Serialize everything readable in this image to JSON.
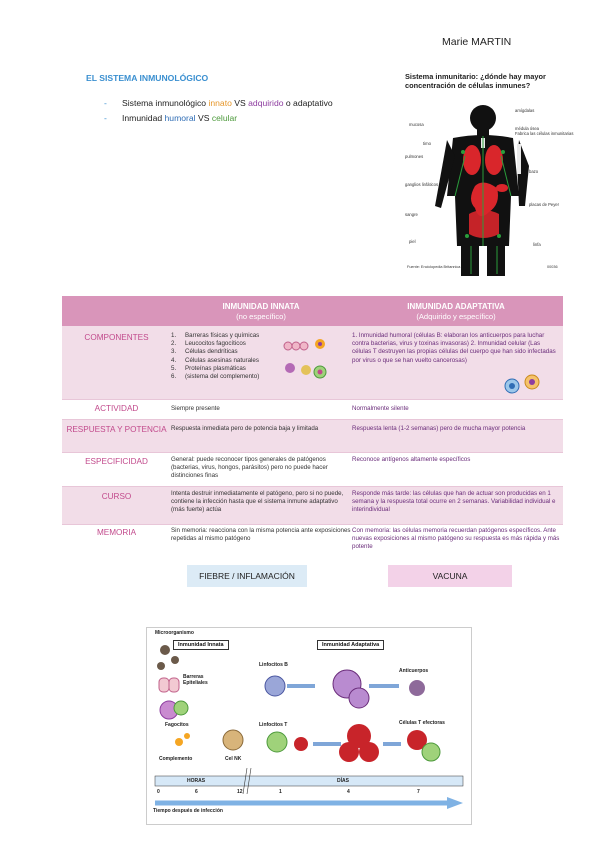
{
  "author": "Marie MARTIN",
  "title": "EL SISTEMA INMUNOLÓGICO",
  "bullets": [
    {
      "dash": "-",
      "a": "Sistema inmunológico ",
      "b": "innato",
      "c": " VS ",
      "d": "adquirido",
      "e": " o adaptativo"
    },
    {
      "dash": "-",
      "a": "Inmunidad ",
      "b": "humoral",
      "c": " VS ",
      "d": "celular"
    }
  ],
  "figure1": {
    "title": "Sistema inmunitario: ¿dónde hay mayor concentración de células inmunes?",
    "labels": {
      "amigdalas": "amígdalas",
      "mucosa": "mucosa",
      "medula": "médula ósea",
      "medula_note": "Fabrica las células inmunitarias",
      "timo": "timo",
      "pulmones": "pulmones",
      "bazo": "bazo",
      "ganglios": "ganglios linfáticos",
      "placas": "placas de Peyer",
      "sangre": "sangre",
      "piel": "piel",
      "linfa": "linfa",
      "source": "Fuente: Enciclopedia Britannica",
      "code": "00036"
    },
    "colors": {
      "organs": "#d9262b",
      "lymph": "#2a9d3c",
      "body": "#111111"
    }
  },
  "table": {
    "col1_header": "INMUNIDAD INNATA",
    "col1_sub": "(no específico)",
    "col2_header": "INMUNIDAD ADAPTATIVA",
    "col2_sub": "(Adquirido y específico)",
    "rows": {
      "componentes": {
        "label": "COMPONENTES",
        "innata": [
          {
            "n": "1.",
            "t": "Barreras físicas y químicas"
          },
          {
            "n": "2.",
            "t": "Leucocitos fagocíticos"
          },
          {
            "n": "3.",
            "t": "Células dendríticas"
          },
          {
            "n": "4.",
            "t": "Células asesinas naturales"
          },
          {
            "n": "5.",
            "t": "Proteínas plasmáticas"
          },
          {
            "n": "6.",
            "t": "(sistema del complemento)"
          }
        ],
        "adaptativa": "1. Inmunidad humoral (células B: elaboran los anticuerpos para luchar contra bacterias, virus y toxinas invasoras) 2. Inmunidad celular (Las células T destruyen las propias células del cuerpo que han sido infectadas por virus o que se han vuelto cancerosas)"
      },
      "actividad": {
        "label": "ACTIVIDAD",
        "innata": "Siempre presente",
        "adaptativa": "Normalmente silente"
      },
      "respuesta": {
        "label": "RESPUESTA Y POTENCIA",
        "innata": "Respuesta inmediata pero de potencia baja y limitada",
        "adaptativa": "Respuesta lenta (1-2 semanas) pero de mucha mayor potencia"
      },
      "especificidad": {
        "label": "ESPECIFICIDAD",
        "innata": "General: puede reconocer tipos generales de patógenos (bacterias, virus, hongos, parásitos) pero no puede hacer distinciones finas",
        "adaptativa": "Reconoce antígenos altamente específicos"
      },
      "curso": {
        "label": "CURSO",
        "innata": "Intenta destruir inmediatamente el patógeno, pero si no puede, contiene la infección hasta que el sistema inmune adaptativo (más fuerte) actúa",
        "adaptativa": "Responde más tarde: las células que han de actuar son producidas en 1 semana y la respuesta total ocurre en 2 semanas. Variabilidad individual e interindividual"
      },
      "memoria": {
        "label": "MEMORIA",
        "innata": "Sin memoria: reacciona con la misma potencia ante exposiciones repetidas al mismo patógeno",
        "adaptativa": "Con memoria: las células memoria recuerdan patógenos específicos. Ante nuevas exposiciones al mismo patógeno su respuesta es más rápida y más potente"
      }
    },
    "colors": {
      "header": "#d995ba",
      "row_label": "#c24a8c",
      "band": "#f2dde8"
    }
  },
  "buttons": {
    "fiebre": "FIEBRE / INFLAMACIÓN",
    "vacuna": "VACUNA"
  },
  "figure2": {
    "innata_title": "Inmunidad Innata",
    "adaptativa_title": "Inmunidad Adaptativa",
    "microorganismo": "Microorganismo",
    "barreras": "Barreras Epiteliales",
    "fagocitos": "Fagocitos",
    "complemento": "Complemento",
    "cel_nk": "Cel NK",
    "linfocitos_b": "Linfocitos B",
    "linfocitos_t": "Linfocitos T",
    "anticuerpos": "Anticuerpos",
    "celulas_t": "Células T efectoras",
    "horas": "HORAS",
    "dias": "DÍAS",
    "ticks": [
      "0",
      "6",
      "12",
      "1",
      "4",
      "7"
    ],
    "axis_label": "Tiempo después de infección"
  }
}
